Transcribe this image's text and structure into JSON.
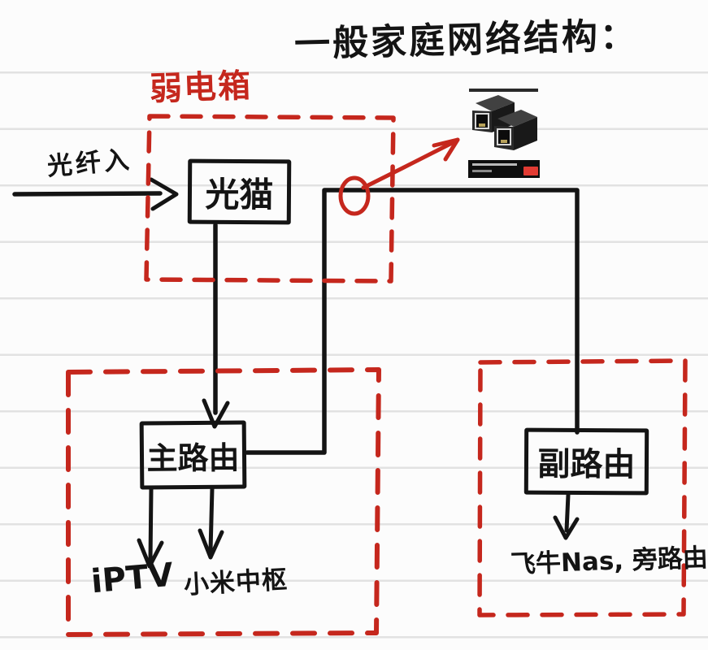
{
  "title": "一般家庭网络结构：",
  "annotations": {
    "weak_current_box": "弱电箱"
  },
  "nodes": {
    "fiber_in": {
      "label": "光纤入"
    },
    "optical_modem": {
      "label": "光猫"
    },
    "main_router": {
      "label": "主路由"
    },
    "secondary_router": {
      "label": "副路由"
    },
    "iptv": {
      "label": "iPTV"
    },
    "xiaomi_hub": {
      "label": "小米中枢"
    },
    "nas_and_bypass_router": {
      "label": "飞牛Nas, 旁路由"
    }
  },
  "connections": [
    {
      "from": "光纤入",
      "to": "光猫"
    },
    {
      "from": "光猫",
      "to": "主路由"
    },
    {
      "from": "主路由",
      "to": "副路由"
    },
    {
      "from": "主路由",
      "to": "iPTV"
    },
    {
      "from": "主路由",
      "to": "小米中枢"
    },
    {
      "from": "副路由",
      "to": "飞牛Nas, 旁路由"
    }
  ],
  "icons": {
    "coupler_marker": "red-circle-on-cable",
    "coupler_callout_arrow": "red-arrow-to-product-photo",
    "product_photo": "rj45-coupler-pair-photo"
  },
  "colors": {
    "background": "#fcfcfc",
    "ruled_line": "#e2e2e2",
    "ink": "#141414",
    "annotation_red": "#c5271d",
    "product_button_red": "#e23b33"
  }
}
